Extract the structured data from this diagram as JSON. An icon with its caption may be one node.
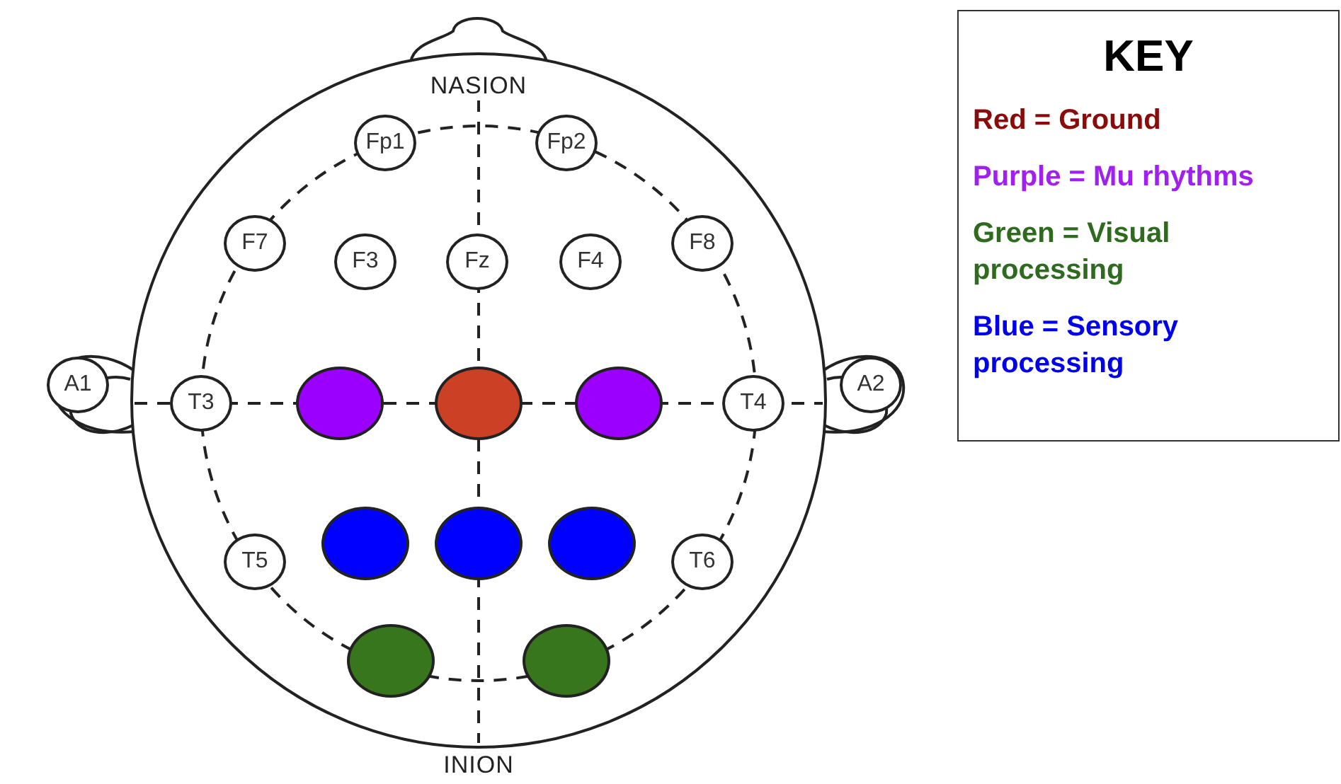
{
  "diagram": {
    "nodes": [
      {
        "text": [
          "Fp1"
        ]
      },
      {
        "text": [
          "Fp2"
        ]
      },
      {
        "text": [
          "F7"
        ]
      },
      {
        "text": [
          "F3"
        ]
      },
      {
        "text": [
          "Fz"
        ]
      },
      {
        "text": [
          "F4"
        ]
      },
      {
        "text": [
          "F8"
        ]
      },
      {
        "text": [
          "A1"
        ]
      },
      {
        "text": [
          "T3"
        ]
      },
      {
        "text": [],
        "shape": "circle"
      },
      {
        "text": [],
        "shape": "circle"
      },
      {
        "text": [],
        "shape": "circle"
      },
      {
        "text": [
          "T4"
        ]
      },
      {
        "text": [
          "A2"
        ]
      },
      {
        "text": [
          "T5"
        ]
      },
      {
        "text": [],
        "shape": "circle"
      },
      {
        "text": [],
        "shape": "circle"
      },
      {
        "text": [],
        "shape": "circle"
      },
      {
        "text": [
          "T6"
        ]
      },
      {
        "text": [],
        "shape": "circle"
      },
      {
        "text": [],
        "shape": "circle"
      }
    ],
    "edges": [],
    "labels": [
      "NASION",
      "INION",
      "KEY"
    ],
    "legend": [
      {
        "text": "Red = Ground",
        "color": "#8b0a0a"
      },
      {
        "text": "Purple = Mu rhythms",
        "color": "#a020f0"
      },
      {
        "text": "Green = Visual processing",
        "color": "#2e6b1e"
      },
      {
        "text": "Blue = Sensory processing",
        "color": "#0000ee"
      }
    ]
  }
}
